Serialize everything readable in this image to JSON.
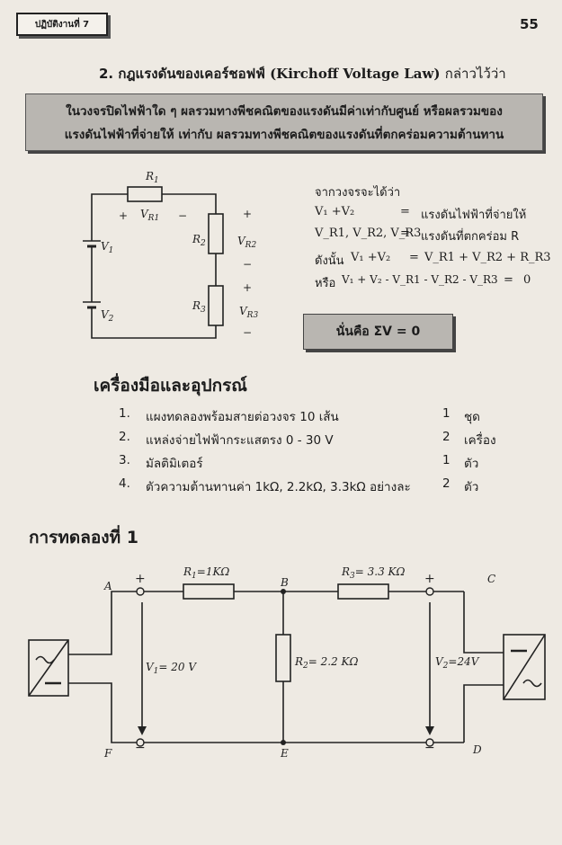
{
  "header": {
    "chapter_label": "ปฏิบัติงานที่ 7",
    "page_number": "55"
  },
  "section": {
    "number": "2.",
    "title_th": "กฎแรงดันของเคอร์ชอฟฟ์",
    "title_en": "(Kirchoff Voltage Law)",
    "title_suffix": "กล่าวไว้ว่า"
  },
  "definition": {
    "line1": "ในวงจรปิดไฟฟ้าใด ๆ ผลรวมทางพีชคณิตของแรงดันมีค่าเท่ากับศูนย์ หรือผลรวมของ",
    "line2": "แรงดันไฟฟ้าที่จ่ายให้ เท่ากับ ผลรวมทางพีชคณิตของแรงดันที่ตกคร่อมความต้านทาน"
  },
  "circuit1": {
    "R1": "R",
    "R1_sub": "1",
    "R2": "R",
    "R2_sub": "2",
    "R3": "R",
    "R3_sub": "3",
    "V1": "V",
    "V1_sub": "1",
    "V2": "V",
    "V2_sub": "2",
    "VR1": "V",
    "VR1_sub": "R1",
    "VR2": "V",
    "VR2_sub": "R2",
    "VR3": "V",
    "VR3_sub": "R3",
    "plus": "+",
    "minus": "−"
  },
  "explanation": {
    "intro": "จากวงจรจะได้ว่า",
    "row1_lhs": "V₁ +V₂",
    "row1_eq": "=",
    "row1_rhs": "แรงดันไฟฟ้าที่จ่ายให้",
    "row2_lhs": "V_R1, V_R2, V_R3",
    "row2_eq": "=",
    "row2_rhs": "แรงดันที่ตกคร่อม R",
    "row3_prefix": "ดังนั้น",
    "row3_lhs": "V₁ +V₂",
    "row3_eq": "=",
    "row3_rhs": "V_R1 + V_R2 + R_R3",
    "row4_prefix": "หรือ",
    "row4_lhs": "V₁ + V₂ - V_R1 - V_R2 - V_R3",
    "row4_eq": "=",
    "row4_rhs": "0",
    "summary": "นั่นคือ ΣV = 0"
  },
  "equipment": {
    "heading": "เครื่องมือและอุปกรณ์",
    "items": [
      {
        "num": "1.",
        "text": "แผงทดลองพร้อมสายต่อวงจร 10 เส้น",
        "qty": "1",
        "unit": "ชุด"
      },
      {
        "num": "2.",
        "text": "แหล่งจ่ายไฟฟ้ากระแสตรง 0 - 30 V",
        "qty": "2",
        "unit": "เครื่อง"
      },
      {
        "num": "3.",
        "text": "มัลติมิเตอร์",
        "qty": "1",
        "unit": "ตัว"
      },
      {
        "num": "4.",
        "text": "ตัวความต้านทานค่า 1kΩ, 2.2kΩ, 3.3kΩ อย่างละ",
        "qty": "2",
        "unit": "ตัว"
      }
    ]
  },
  "experiment": {
    "heading": "การทดลองที่ 1",
    "nodes": {
      "A": "A",
      "B": "B",
      "C": "C",
      "D": "D",
      "E": "E",
      "F": "F"
    },
    "R1_label": "R",
    "R1_sub": "1",
    "R1_value": "=1KΩ",
    "R2_label": "R",
    "R2_sub": "2",
    "R2_value": "= 2.2 KΩ",
    "R3_label": "R",
    "R3_sub": "3",
    "R3_value": "= 3.3 KΩ",
    "V1_label": "V",
    "V1_sub": "1",
    "V1_value": "= 20 V",
    "V2_label": "V",
    "V2_sub": "2",
    "V2_value": "=24V",
    "plus": "+",
    "minus": "−"
  }
}
